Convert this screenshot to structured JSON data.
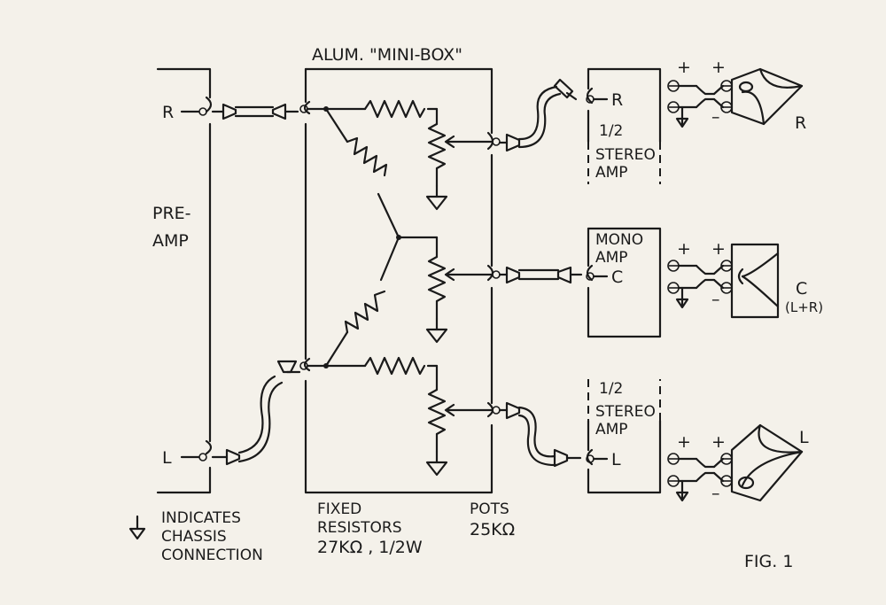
{
  "title": "ALUM. \"MINI-BOX\"",
  "preamp": {
    "line1": "PRE-",
    "line2": "AMP",
    "right_label": "R",
    "left_label": "L"
  },
  "amps": {
    "right": {
      "line1": "1/2",
      "line2": "STEREO",
      "line3": "AMP",
      "input": "R"
    },
    "center": {
      "line1": "MONO",
      "line2": "AMP",
      "input": "C"
    },
    "left": {
      "line1": "1/2",
      "line2": "STEREO",
      "line3": "AMP",
      "input": "L"
    }
  },
  "speakers": {
    "right": {
      "label": "R"
    },
    "center": {
      "label": "C",
      "sublabel": "(L+R)"
    },
    "left": {
      "label": "L"
    }
  },
  "terminals": {
    "plus": "+",
    "minus": "–"
  },
  "legend": {
    "line1": "INDICATES",
    "line2": "CHASSIS",
    "line3": "CONNECTION"
  },
  "fixed_resistors": {
    "line1": "FIXED",
    "line2": "RESISTORS",
    "line3": "27KΩ , 1/2W"
  },
  "pots": {
    "line1": "POTS",
    "line2": "25KΩ"
  },
  "figure_label": "FIG. 1"
}
